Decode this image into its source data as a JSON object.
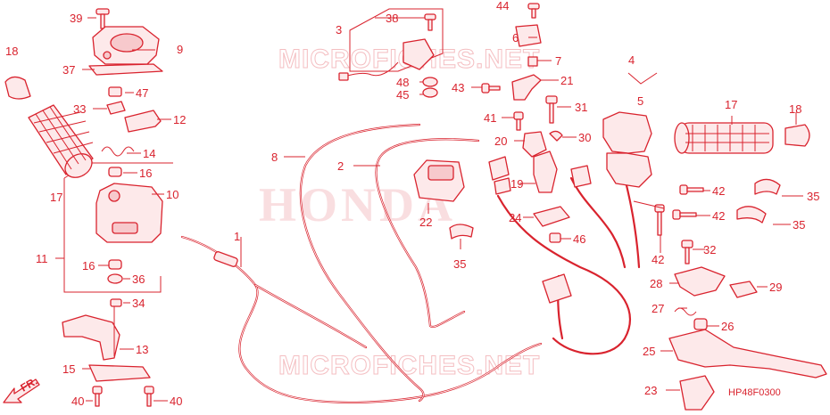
{
  "watermark": {
    "top": "MICROFICHES.NET",
    "center": "HONDA",
    "bottom": "MICROFICHES.NET"
  },
  "diagram_code": "HP48F0300",
  "front_marker": "FR.",
  "callouts": {
    "c1": "1",
    "c2": "2",
    "c3": "3",
    "c4": "4",
    "c5": "5",
    "c6": "6",
    "c7": "7",
    "c8": "8",
    "c9": "9",
    "c10": "10",
    "c11": "11",
    "c12": "12",
    "c13": "13",
    "c14": "14",
    "c15": "15",
    "c16a": "16",
    "c16b": "16",
    "c17a": "17",
    "c17b": "17",
    "c18a": "18",
    "c18b": "18",
    "c19": "19",
    "c20": "20",
    "c21": "21",
    "c22": "22",
    "c23": "23",
    "c24": "24",
    "c25": "25",
    "c26": "26",
    "c27": "27",
    "c28": "28",
    "c29": "29",
    "c30": "30",
    "c31": "31",
    "c32": "32",
    "c33": "33",
    "c34": "34",
    "c35a": "35",
    "c35b": "35",
    "c35c": "35",
    "c36": "36",
    "c37": "37",
    "c38": "38",
    "c39": "39",
    "c40a": "40",
    "c40b": "40",
    "c41": "41",
    "c42a": "42",
    "c42b": "42",
    "c42c": "42",
    "c43": "43",
    "c44": "44",
    "c45": "45",
    "c46": "46",
    "c47": "47",
    "c48": "48"
  }
}
